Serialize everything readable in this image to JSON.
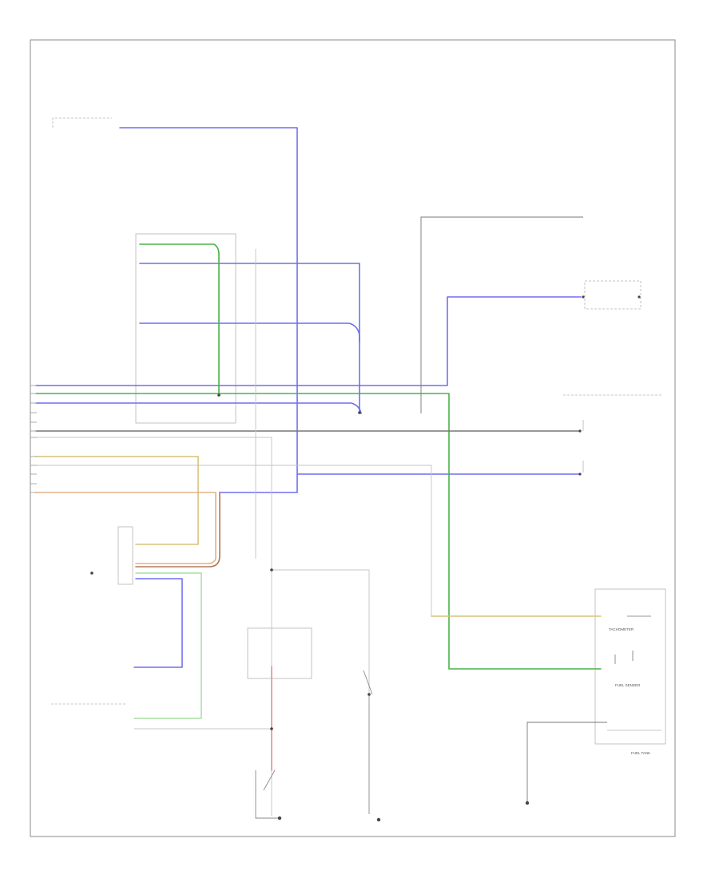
{
  "colors": {
    "blue": "#6f6ff0",
    "green": "#4ab24a",
    "light_green": "#a8e0a0",
    "dark_gray": "#777777",
    "light_gray": "#c4c4c4",
    "yellow": "#d8c27c",
    "orange": "#e6b089",
    "brown": "#b07a58",
    "pink": "#f08a8a",
    "frame": "#8a8a8a"
  },
  "labels": {
    "page_footer": "",
    "fuel_tank": "FUEL TANK",
    "fuel_sender": "FUEL SENDER",
    "tachometer": "TACHOMETER"
  }
}
